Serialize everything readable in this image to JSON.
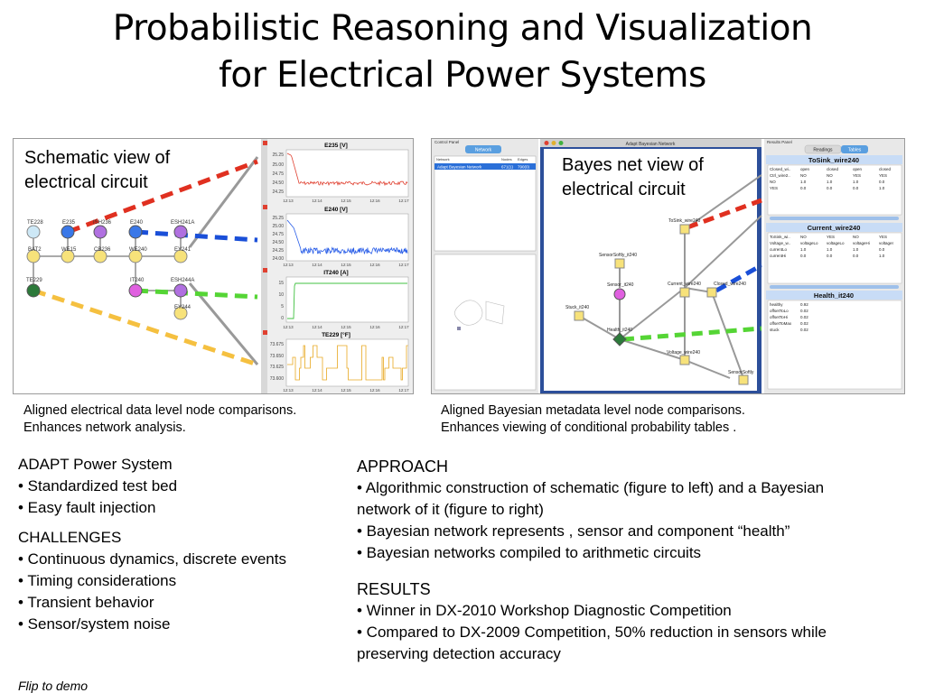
{
  "title": {
    "line1": "Probabilistic Reasoning and Visualization",
    "line2": "for Electrical Power Systems"
  },
  "left_figure": {
    "overlay_line1": "Schematic  view  of",
    "overlay_line2": "electrical circuit",
    "nodes": [
      "TE228",
      "E235",
      "ISH236",
      "E240",
      "ESH241A",
      "BAT2",
      "WE15",
      "CB236",
      "WE240",
      "EY241",
      "TE229",
      "IT240",
      "ESH244A",
      "EY244"
    ],
    "plots": [
      {
        "title": "E235 [V]",
        "yticks": [
          "25.25",
          "25.00",
          "24.75",
          "24.50",
          "24.25"
        ],
        "xticks": [
          "12:13",
          "12:14",
          "12:15",
          "12:16",
          "12:17"
        ]
      },
      {
        "title": "E240 [V]",
        "yticks": [
          "25.25",
          "25.00",
          "24.75",
          "24.50",
          "24.25",
          "24.00"
        ],
        "xticks": [
          "12:13",
          "12:14",
          "12:15",
          "12:16",
          "12:17"
        ]
      },
      {
        "title": "IT240 [A]",
        "yticks": [
          "15",
          "10",
          "5",
          "0"
        ],
        "xticks": [
          "12:13",
          "12:14",
          "12:15",
          "12:16",
          "12:17"
        ]
      },
      {
        "title": "TE229 [°F]",
        "yticks": [
          "73.675",
          "73.650",
          "73.625",
          "73.600"
        ],
        "xticks": [
          "12:13",
          "12:14",
          "12:15",
          "12:16",
          "12:17"
        ]
      }
    ]
  },
  "right_figure": {
    "overlay_line1": "Bayes net view of",
    "overlay_line2": "electrical circuit",
    "control_panel_title": "Control Panel",
    "network_tab": "Network",
    "list_headers": [
      "Network",
      "Nodes",
      "Edges"
    ],
    "list_row": [
      "Adapt Bayesian Network",
      "671(1)",
      "790(0)"
    ],
    "window_title": "Adapt Bayesian Network",
    "bn_nodes": [
      "ToSink_wire240",
      "SensorSoftly_it240",
      "Sensor_it240",
      "Current_wire240",
      "Closed_wire240",
      "Stuck_it240",
      "Health_it240",
      "Voltage_wire240",
      "SensorSoftly"
    ],
    "results_panel_title": "Results Panel",
    "results_tabs": [
      "Readings",
      "Tables"
    ],
    "tables": [
      {
        "title": "ToSink_wire240",
        "rows": [
          [
            "Closed_wi..",
            "open",
            "closed",
            "open",
            "closed"
          ],
          [
            "Ctrl_wire2..",
            "NO",
            "NO",
            "YES",
            "YES"
          ],
          [
            "NO",
            "1.0",
            "1.0",
            "1.0",
            "0.0"
          ],
          [
            "YES",
            "0.0",
            "0.0",
            "0.0",
            "1.0"
          ]
        ]
      },
      {
        "title": "Current_wire240",
        "rows": [
          [
            "ToSink_wi..",
            "NO",
            "YES",
            "NO",
            "YES"
          ],
          [
            "Voltage_w..",
            "voltageLo",
            "voltageLo",
            "voltageHi",
            "voltageI"
          ],
          [
            "currentLo",
            "1.0",
            "1.0",
            "1.0",
            "0.0"
          ],
          [
            "currentHi",
            "0.0",
            "0.0",
            "0.0",
            "1.0"
          ]
        ]
      },
      {
        "title": "Health_it240",
        "rows": [
          [
            "healthy",
            "0.92"
          ],
          [
            "offsetToLo",
            "0.02"
          ],
          [
            "offsetToHi",
            "0.02"
          ],
          [
            "offsetToMax",
            "0.02"
          ],
          [
            "stuck",
            "0.02"
          ]
        ]
      }
    ]
  },
  "captions": {
    "left_line1": "Aligned  electrical data  level  node comparisons.",
    "left_line2": "Enhances  network analysis.",
    "right_line1": "Aligned Bayesian metadata  level node comparisons.",
    "right_line2": "Enhances viewing of conditional probability tables ."
  },
  "adapt": {
    "heading": "ADAPT Power System",
    "items": [
      "• Standardized test bed",
      "• Easy fault injection"
    ]
  },
  "challenges": {
    "heading": "CHALLENGES",
    "items": [
      "• Continuous dynamics, discrete events",
      "• Timing considerations",
      "• Transient behavior",
      "• Sensor/system noise"
    ]
  },
  "approach": {
    "heading": "APPROACH",
    "lines": [
      "• Algorithmic construction of  schematic (figure to left) and a  Bayesian",
      "network of it (figure to right)",
      "•  Bayesian network represents , sensor and component “health”",
      "• Bayesian networks compiled to arithmetic circuits"
    ]
  },
  "results": {
    "heading": "RESULTS",
    "lines": [
      "• Winner in DX-2010 Workshop Diagnostic Competition",
      "• Compared to DX-2009 Competition, 50% reduction in sensors while",
      "preserving detection accuracy"
    ]
  },
  "footer": {
    "flip": "Flip to demo"
  },
  "colors": {
    "red_dash": "#e03020",
    "blue_dash": "#1a4fd8",
    "green_dash": "#55d535",
    "yellow_dash": "#f5c040",
    "node_yellow": "#f7e27a",
    "node_purple": "#b070e0",
    "node_blue": "#3a78e8"
  }
}
